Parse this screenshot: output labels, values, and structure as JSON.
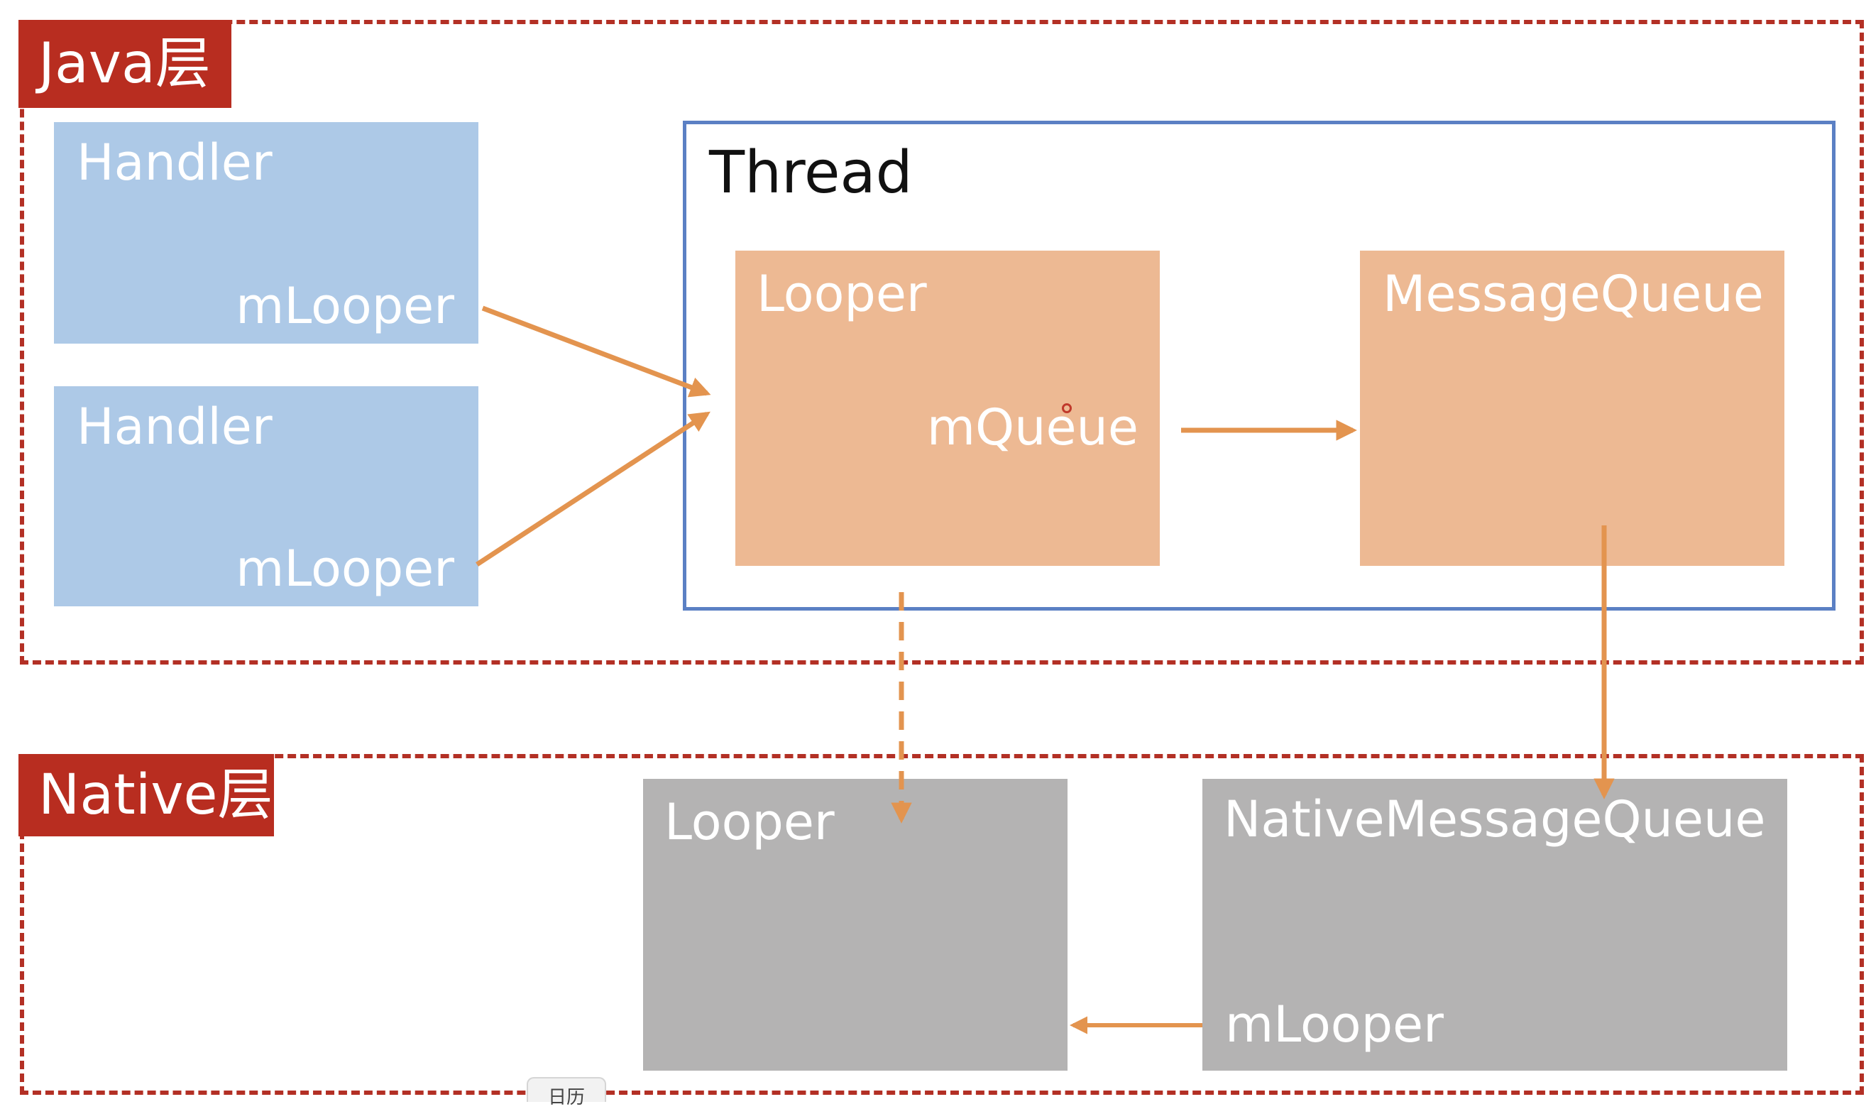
{
  "layers": {
    "java": {
      "label": "Java层"
    },
    "native": {
      "label": "Native层"
    }
  },
  "java": {
    "handlers": [
      {
        "title": "Handler",
        "field": "mLooper"
      },
      {
        "title": "Handler",
        "field": "mLooper"
      }
    ],
    "thread": {
      "title": "Thread",
      "looper": {
        "title": "Looper",
        "field": "mQueue"
      },
      "message_queue": {
        "title": "MessageQueue"
      }
    }
  },
  "native": {
    "looper": {
      "title": "Looper"
    },
    "native_message_queue": {
      "title": "NativeMessageQueue",
      "field": "mLooper"
    }
  },
  "taskbar": {
    "calendar_label": "日历"
  },
  "colors": {
    "layer_border": "#b33025",
    "layer_tag": "#b82d20",
    "handler_fill": "#adc9e7",
    "thread_border": "#5b80c4",
    "java_box_fill": "#edb993",
    "native_box_fill": "#b4b3b3",
    "arrow": "#e3944f"
  }
}
